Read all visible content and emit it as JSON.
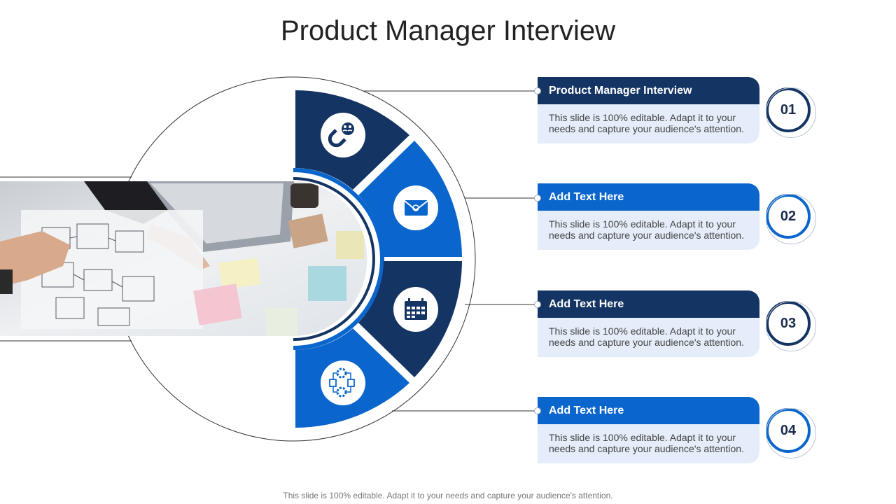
{
  "title": "Product Manager Interview",
  "colors": {
    "dark_blue": "#143463",
    "bright_blue": "#0a66cc",
    "card_body": "#e4edf9",
    "title_text": "#222222"
  },
  "segments": [
    {
      "icon": "magnet-people-icon",
      "color": "#143463"
    },
    {
      "icon": "envelope-icon",
      "color": "#0a66cc"
    },
    {
      "icon": "calendar-icon",
      "color": "#143463"
    },
    {
      "icon": "gear-flowchart-icon",
      "color": "#0a66cc"
    }
  ],
  "photo": {
    "icon": "workspace-photo"
  },
  "items": [
    {
      "number": "01",
      "heading": "Product Manager Interview",
      "body": "This slide is 100% editable. Adapt it to your needs and capture your audience's attention.",
      "color": "#143463"
    },
    {
      "number": "02",
      "heading": "Add  Text Here",
      "body": "This slide is 100% editable. Adapt it to your needs and capture your audience's attention.",
      "color": "#0a66cc"
    },
    {
      "number": "03",
      "heading": "Add  Text Here",
      "body": "This slide is 100% editable. Adapt it to your needs and capture your audience's attention.",
      "color": "#143463"
    },
    {
      "number": "04",
      "heading": "Add  Text Here",
      "body": "This slide is 100% editable. Adapt it to your needs and capture your audience's attention.",
      "color": "#0a66cc"
    }
  ],
  "footer": "This slide is 100% editable. Adapt it to your needs and capture your audience's attention."
}
